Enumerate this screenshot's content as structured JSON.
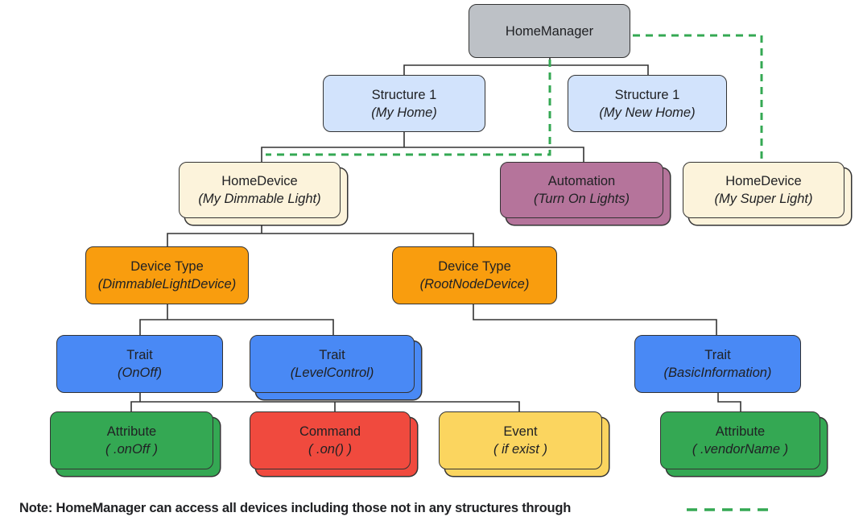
{
  "colors": {
    "gray": "#BDC1C6",
    "blue_light": "#D2E3FC",
    "cream": "#FCF3DB",
    "mauve": "#B5749B",
    "orange": "#F99D0E",
    "blue": "#4989F5",
    "green": "#34A853",
    "red": "#F04A3E",
    "yellow": "#FBD55F",
    "line": "#333333",
    "text": "#202124",
    "dash": "#34A853",
    "background": "#FFFFFF"
  },
  "nodes": {
    "homemanager": {
      "title": "HomeManager",
      "subtitle": ""
    },
    "structure1": {
      "title": "Structure 1",
      "subtitle": "(My Home)"
    },
    "structure2": {
      "title": "Structure 1",
      "subtitle": "(My New Home)"
    },
    "homedevice1": {
      "title": "HomeDevice",
      "subtitle": "(My Dimmable Light)"
    },
    "automation": {
      "title": "Automation",
      "subtitle": "(Turn On Lights)"
    },
    "homedevice2": {
      "title": "HomeDevice",
      "subtitle": "(My Super Light)"
    },
    "devicetype1": {
      "title": "Device Type",
      "subtitle": "(DimmableLightDevice)"
    },
    "devicetype2": {
      "title": "Device Type",
      "subtitle": "(RootNodeDevice)"
    },
    "trait1": {
      "title": "Trait",
      "subtitle": "(OnOff)"
    },
    "trait2": {
      "title": "Trait",
      "subtitle": "(LevelControl)"
    },
    "trait3": {
      "title": "Trait",
      "subtitle": "(BasicInformation)"
    },
    "attribute1": {
      "title": "Attribute",
      "subtitle": "( .onOff )"
    },
    "command1": {
      "title": "Command",
      "subtitle": "( .on() )"
    },
    "event1": {
      "title": "Event",
      "subtitle": "( if exist )"
    },
    "attribute2": {
      "title": "Attribute",
      "subtitle": "( .vendorName )"
    }
  },
  "note": {
    "text": "Note: HomeManager can access all devices including those not in any structures through"
  }
}
